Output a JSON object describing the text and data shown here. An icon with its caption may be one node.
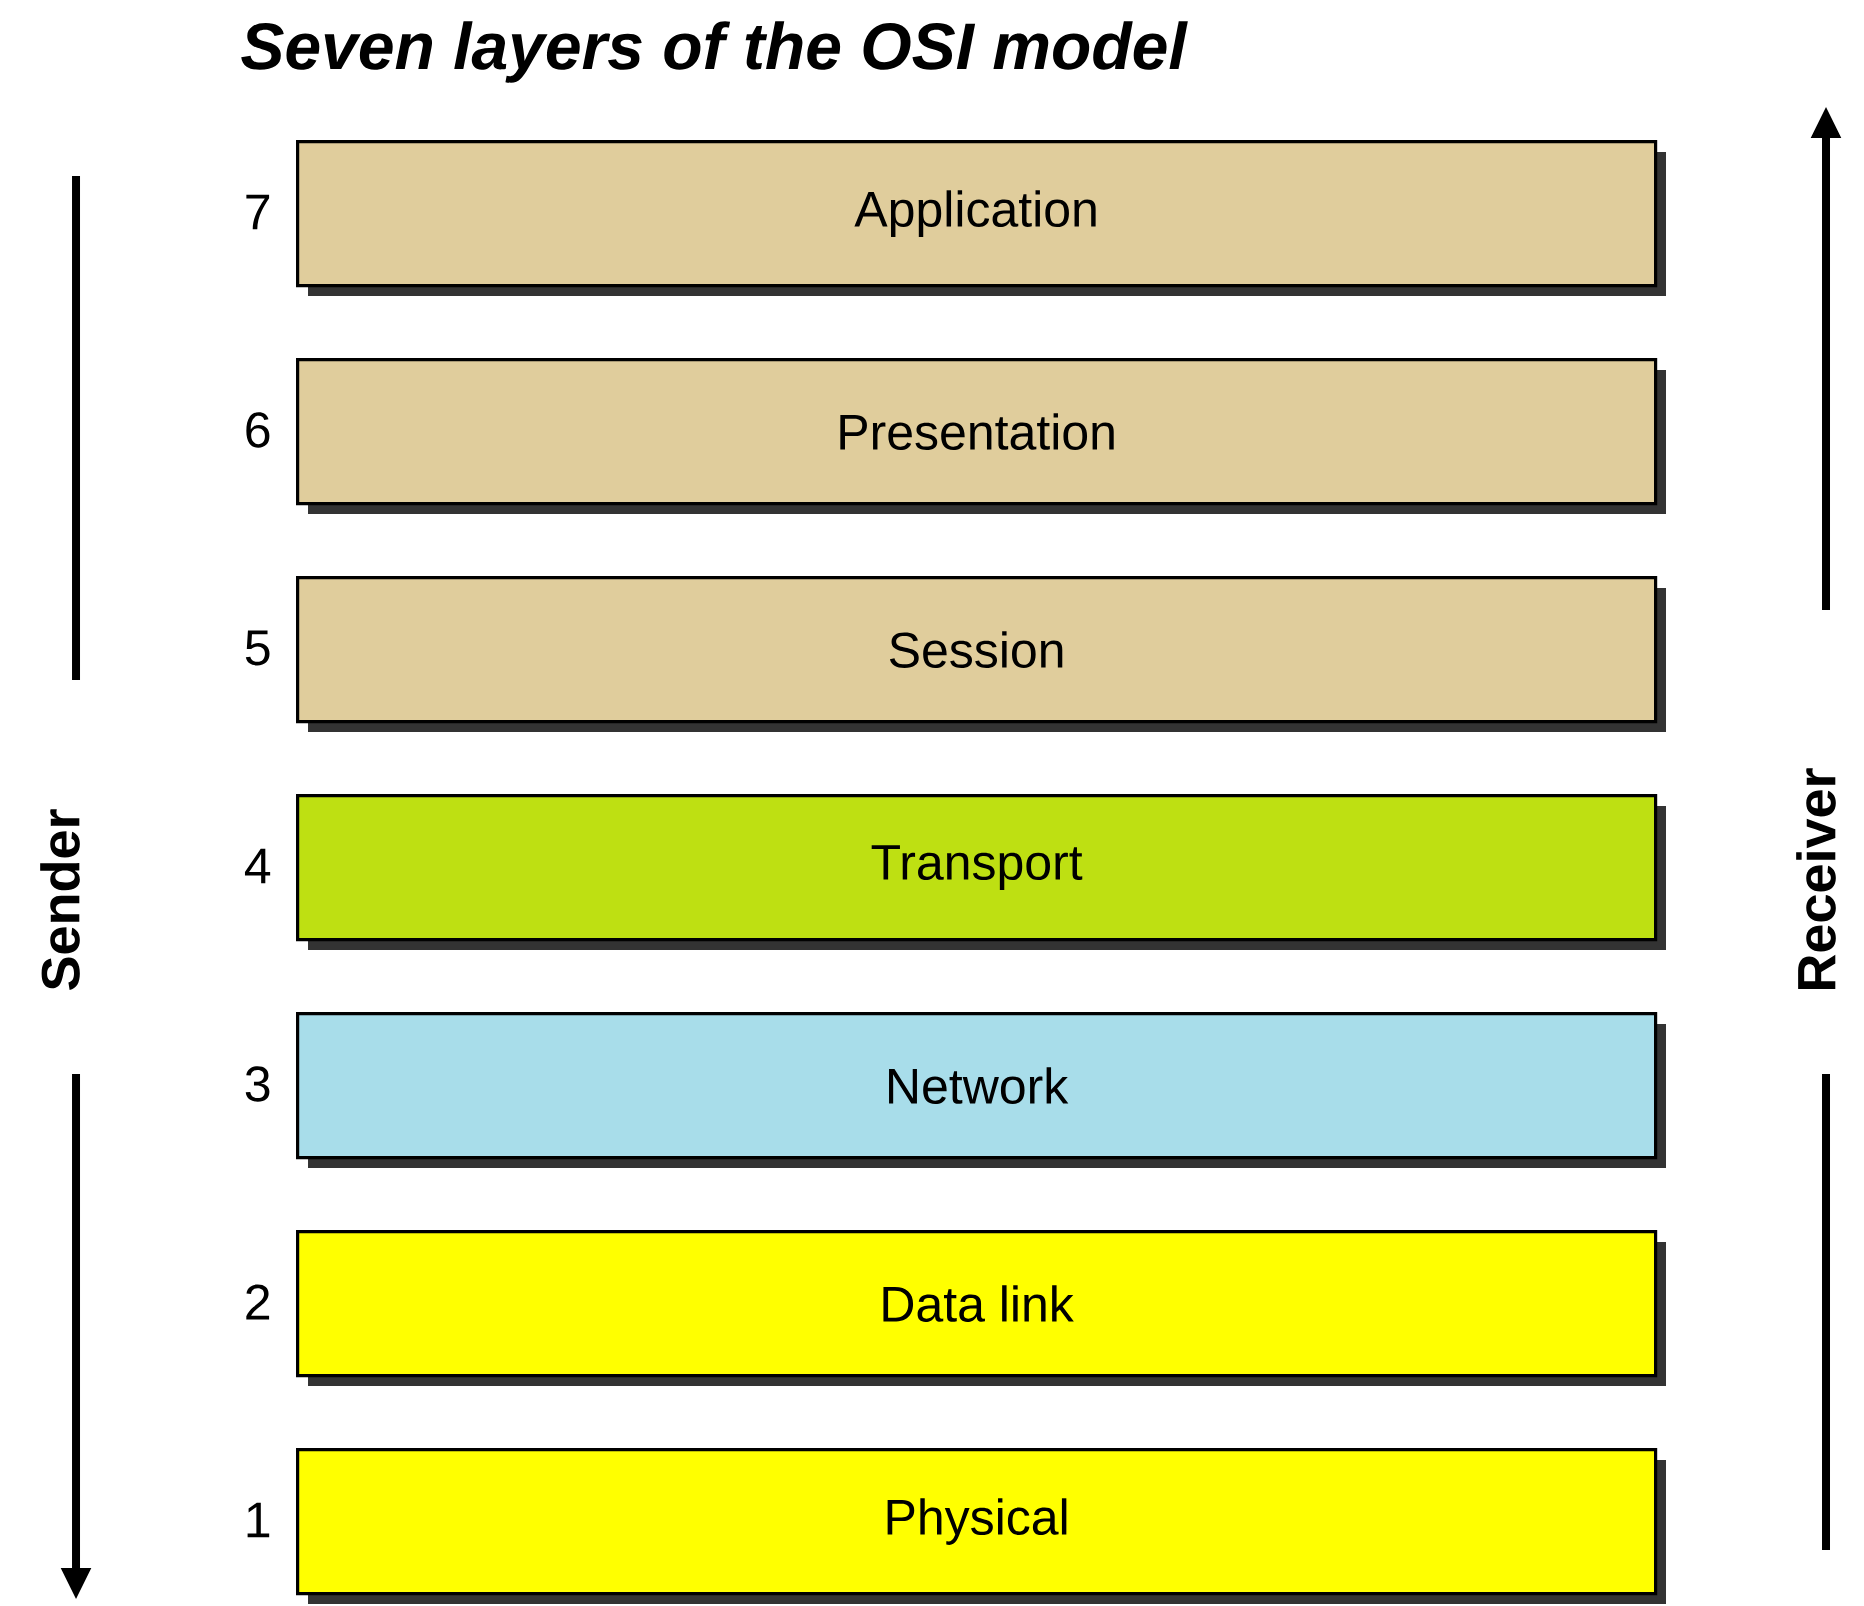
{
  "diagram": {
    "title": "Seven layers of the OSI model",
    "nodes": [
      {
        "text": [
          "Application"
        ],
        "beside": [
          "7"
        ]
      },
      {
        "text": [
          "Presentation"
        ],
        "beside": [
          "6"
        ]
      },
      {
        "text": [
          "Session"
        ],
        "beside": [
          "5"
        ]
      },
      {
        "text": [
          "Transport"
        ],
        "beside": [
          "4"
        ]
      },
      {
        "text": [
          "Network"
        ],
        "beside": [
          "3"
        ]
      },
      {
        "text": [
          "Data link"
        ],
        "beside": [
          "2"
        ]
      },
      {
        "text": [
          "Physical"
        ],
        "beside": [
          "1"
        ]
      }
    ],
    "labels": [
      "Sender",
      "Receiver"
    ]
  }
}
